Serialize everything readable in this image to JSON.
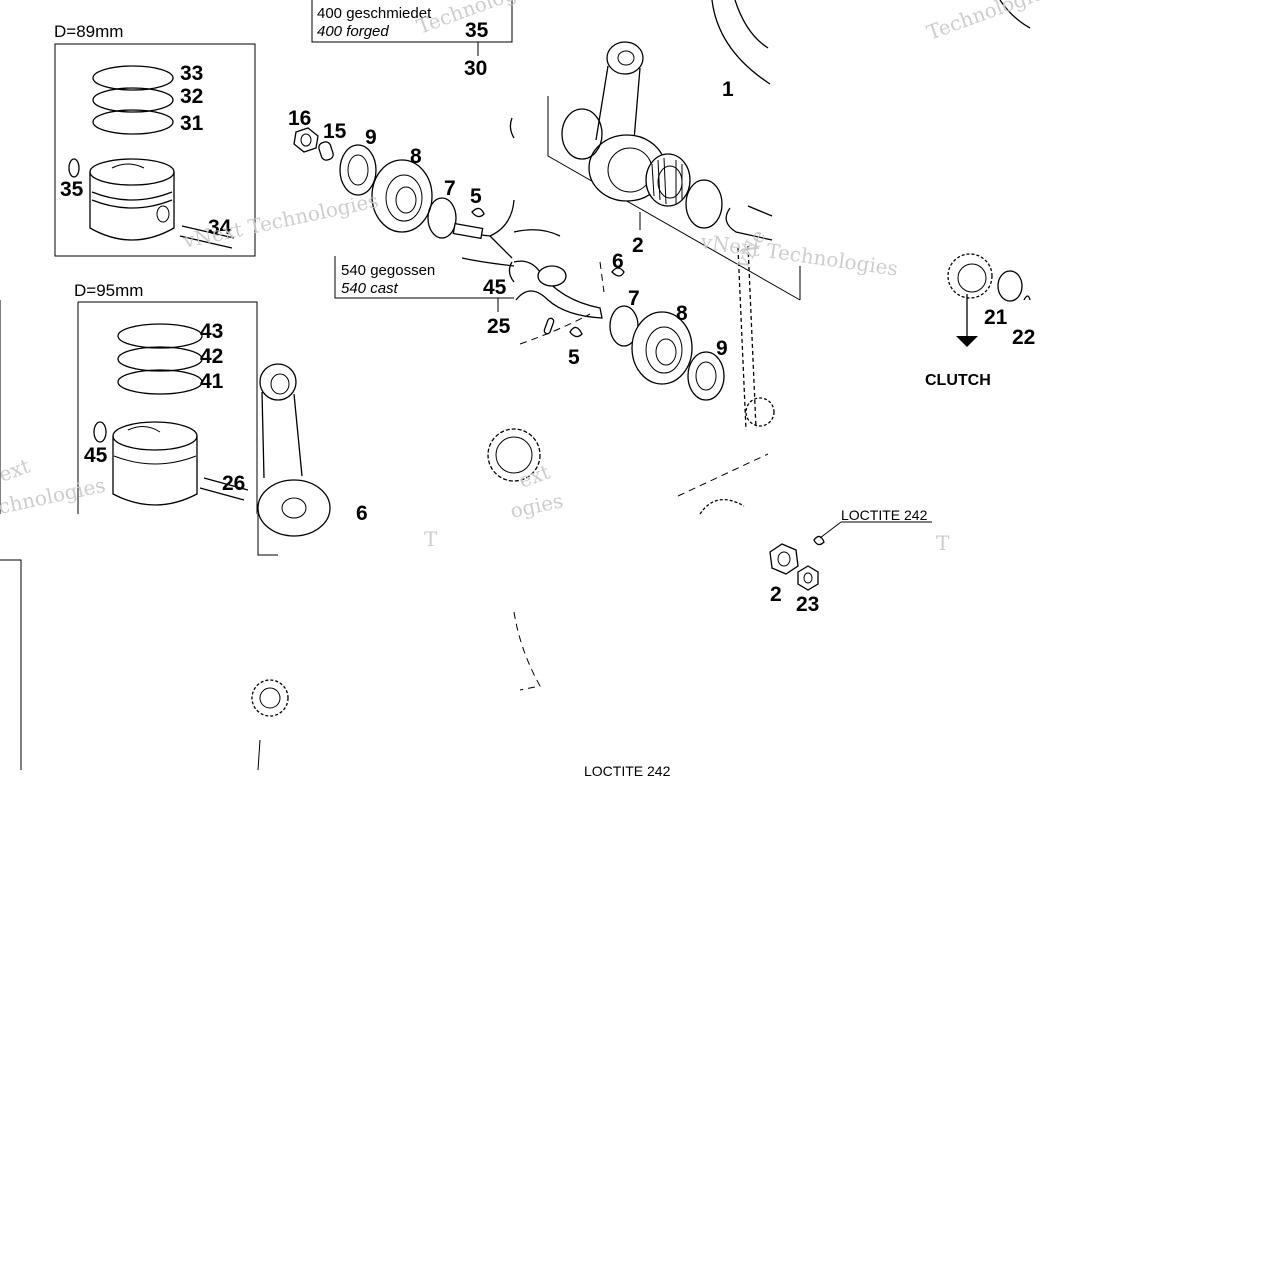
{
  "panels": {
    "piston_89": {
      "dimension": "D=89mm",
      "labels": [
        "33",
        "32",
        "31",
        "35",
        "34"
      ]
    },
    "piston_95": {
      "dimension": "D=95mm",
      "labels": [
        "43",
        "42",
        "41",
        "45",
        "26"
      ]
    },
    "crank_400": {
      "note_de": "400 geschmiedet",
      "note_en": "400 forged",
      "labels": [
        "35",
        "30",
        "16",
        "15",
        "9",
        "8",
        "7",
        "5"
      ]
    },
    "crank_540": {
      "note_de": "540 gegossen",
      "note_en": "540 cast",
      "labels": [
        "45",
        "25",
        "6"
      ]
    },
    "conrod": {
      "labels": [
        "1",
        "2",
        "6",
        "7",
        "8",
        "9",
        "5"
      ]
    },
    "clutch": {
      "labels": [
        "21",
        "22"
      ],
      "caption": "CLUTCH"
    },
    "balancer": {
      "loctite_top": "LOCTITE 242",
      "loctite_bottom": "LOCTITE 242",
      "labels": [
        "2",
        "23"
      ]
    }
  },
  "watermarks": {
    "brand_a": "vNext Technologies",
    "brand_b": "Technologies",
    "fragments": [
      "ext",
      "chnologies",
      "T",
      "vNe",
      "ogies"
    ]
  }
}
